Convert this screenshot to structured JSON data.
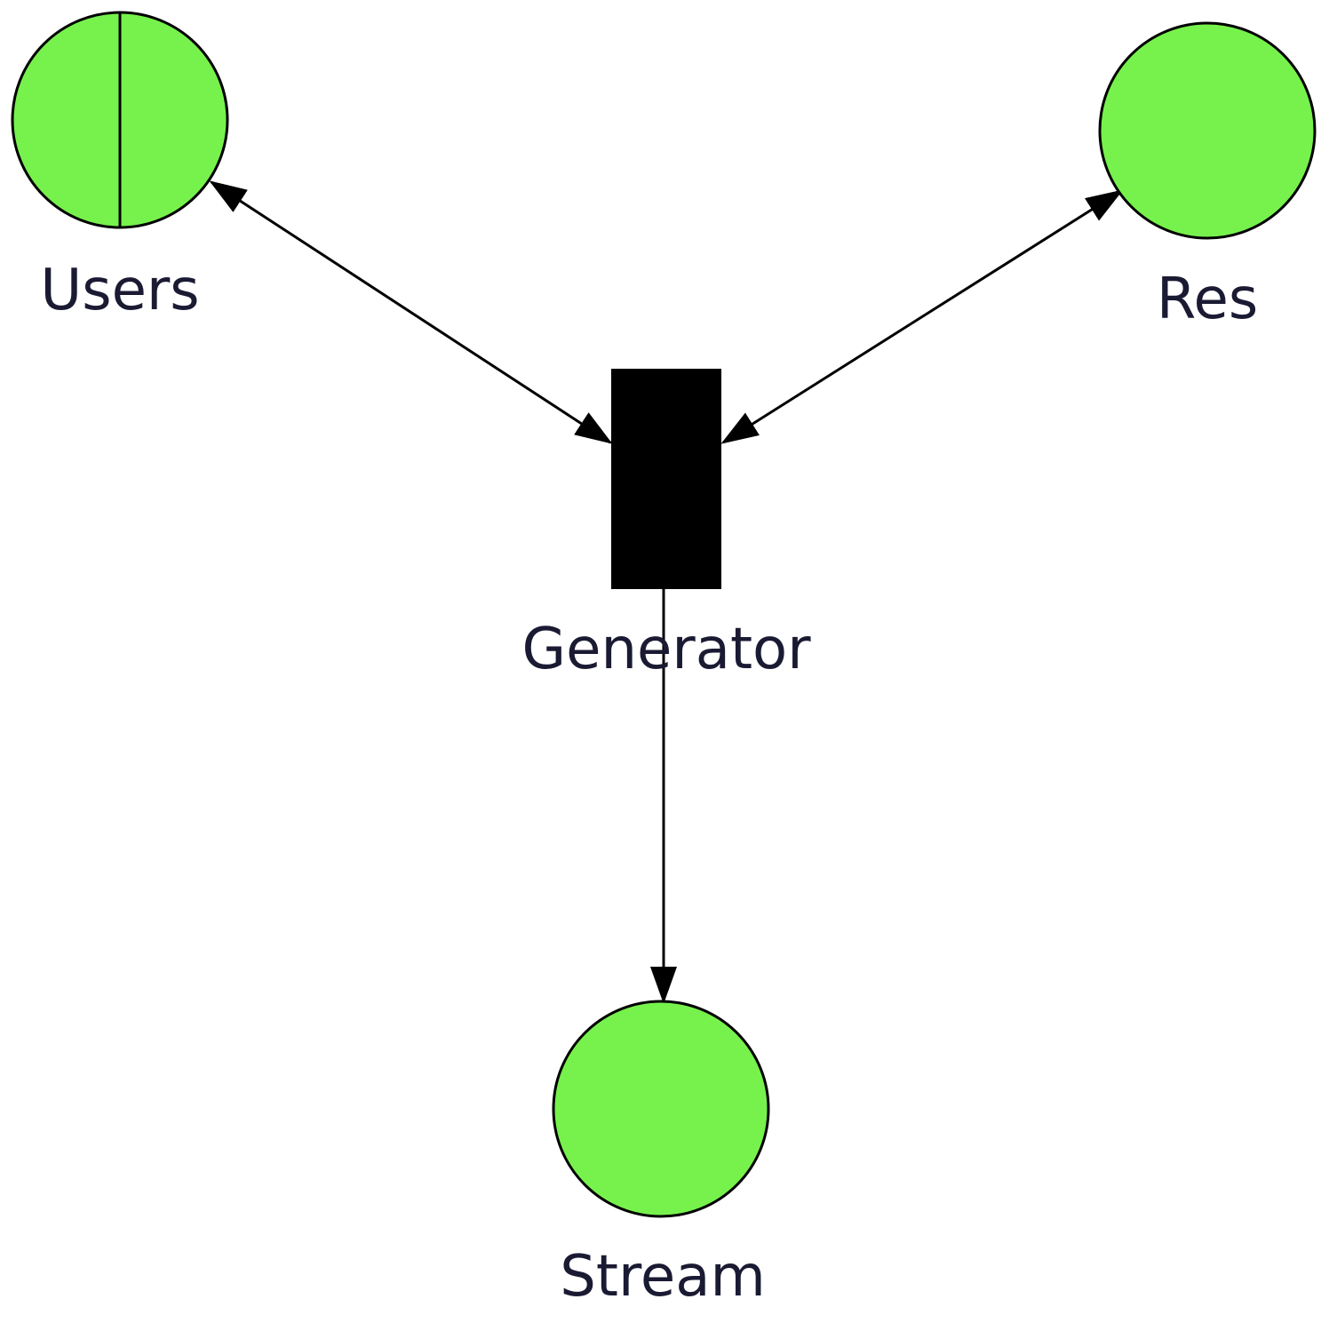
{
  "diagram": {
    "colors": {
      "place_fill": "#77F24D",
      "stroke": "#000000",
      "transition_fill": "#000000",
      "label": "#1A1A33",
      "background": "#FFFFFF"
    },
    "nodes": {
      "users": {
        "label": "Users",
        "kind": "place",
        "divided": true
      },
      "res": {
        "label": "Res",
        "kind": "place",
        "divided": false
      },
      "generator": {
        "label": "Generator",
        "kind": "transition"
      },
      "stream": {
        "label": "Stream",
        "kind": "place",
        "divided": false
      }
    },
    "arcs": [
      {
        "from": "Users",
        "to": "Generator",
        "direction": "bidirectional"
      },
      {
        "from": "Res",
        "to": "Generator",
        "direction": "bidirectional"
      },
      {
        "from": "Generator",
        "to": "Stream",
        "direction": "forward"
      }
    ]
  }
}
